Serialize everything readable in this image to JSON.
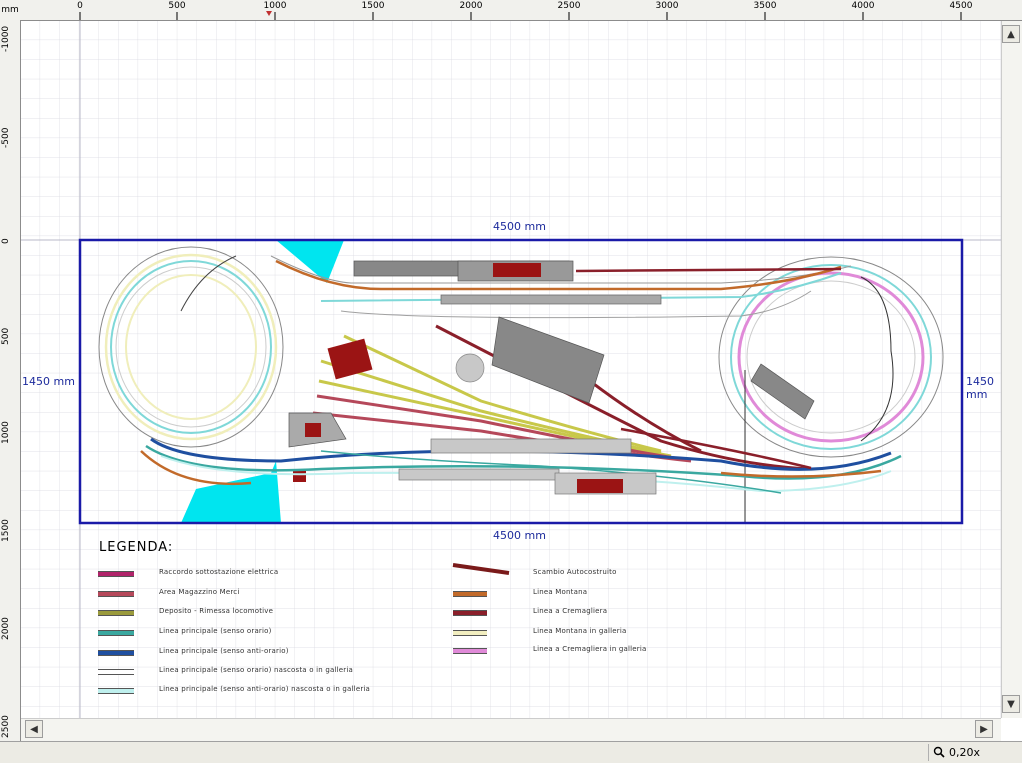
{
  "ruler": {
    "unit": "mm",
    "x_ticks": [
      "0",
      "500",
      "1000",
      "1500",
      "2000",
      "2500",
      "3000",
      "3500",
      "4000",
      "4500"
    ],
    "y_ticks": [
      "-1000",
      "-500",
      "0",
      "500",
      "1000",
      "1500",
      "2000",
      "2500"
    ]
  },
  "layout": {
    "width_label_top": "4500 mm",
    "width_label_bottom": "4500 mm",
    "height_label_left": "1450 mm",
    "height_label_right": "1450 mm"
  },
  "legend": {
    "title": "LEGENDA:",
    "items_left": [
      {
        "label": "Raccordo sottostazione elettrica",
        "color": "#b0246a"
      },
      {
        "label": "Area Magazzino Merci",
        "color": "#b5485a"
      },
      {
        "label": "Deposito - Rimessa locomotive",
        "color": "#9a9a3c"
      },
      {
        "label": "Linea principale (senso orario)",
        "color": "#3aa8a0"
      },
      {
        "label": "Linea principale (senso anti-orario)",
        "color": "#1f4fa0"
      },
      {
        "label": "Linea principale (senso orario) nascosta o in galleria",
        "color": "#ffffff"
      },
      {
        "label": "Linea principale (senso anti-orario) nascosta o in galleria",
        "color": "#bff0ee"
      }
    ],
    "items_right": [
      {
        "label": "Scambio Autocostruito",
        "color": "#7a1a1a"
      },
      {
        "label": "Linea Montana",
        "color": "#c26a2a"
      },
      {
        "label": "Linea a Cremagliera",
        "color": "#8a1f2a"
      },
      {
        "label": "Linea Montana in galleria",
        "color": "#f2eec0"
      },
      {
        "label": "Linea a Cremagliera in galleria",
        "color": "#e08ad8"
      }
    ]
  },
  "status": {
    "zoom": "0,20x"
  },
  "colors": {
    "frame": "#1a1aa8",
    "water": "#00e5ef",
    "grid": "#d8d8e0"
  },
  "icons": {
    "zoom": "magnifier-icon",
    "scroll_up": "arrow-up-icon",
    "scroll_down": "arrow-down-icon",
    "scroll_left": "arrow-left-icon",
    "scroll_right": "arrow-right-icon"
  }
}
